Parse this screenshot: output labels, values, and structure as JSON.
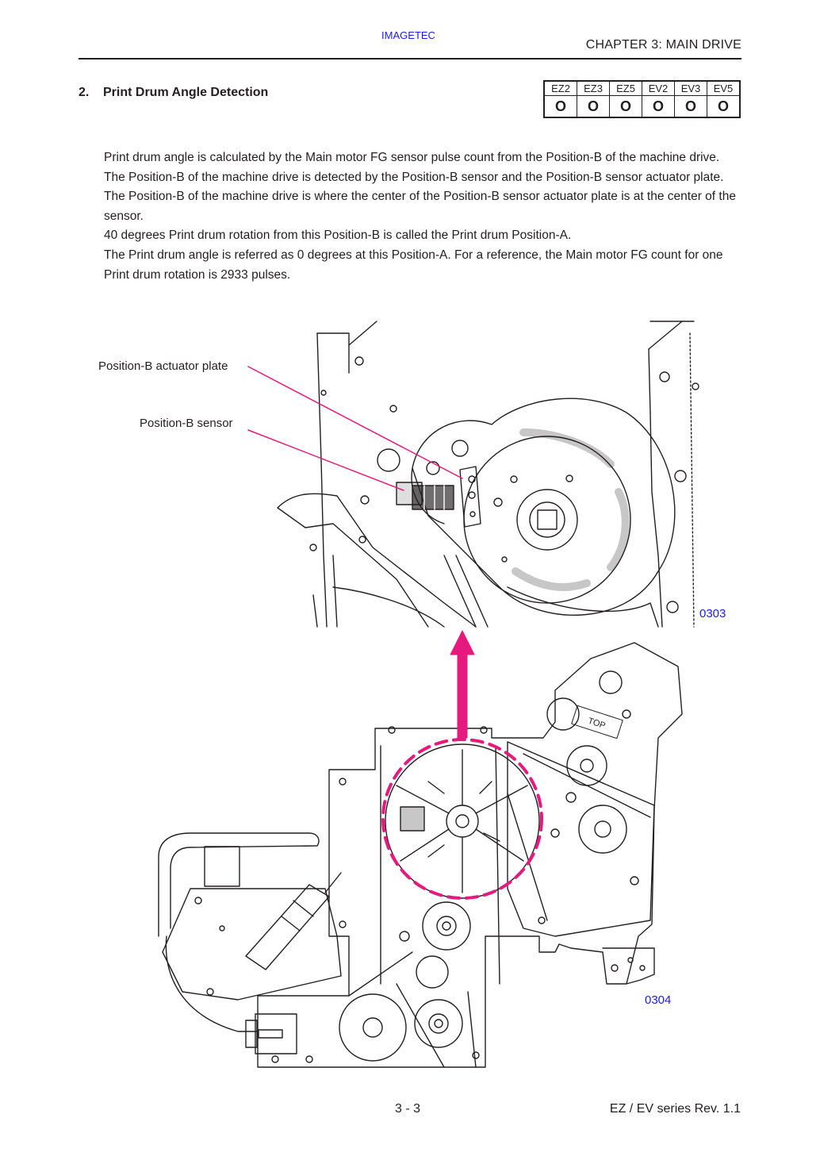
{
  "header": {
    "company": "IMAGETEC",
    "chapter": "CHAPTER 3:  MAIN DRIVE"
  },
  "section": {
    "number": "2.",
    "title": "Print Drum Angle Detection"
  },
  "model_table": {
    "models": [
      "EZ2",
      "EZ3",
      "EZ5",
      "EV2",
      "EV3",
      "EV5"
    ],
    "marks": [
      "O",
      "O",
      "O",
      "O",
      "O",
      "O"
    ]
  },
  "body": {
    "paragraph_1": "Print drum angle is calculated by the Main motor FG sensor pulse count from the Position-B of the machine drive.  The Position-B of the machine drive is detected by the Position-B sensor and the Position-B sensor actuator plate.    The Position-B of the machine drive is where the center of the Position-B sensor actuator plate is at the center of the sensor.",
    "paragraph_2": "40 degrees Print drum rotation from this Position-B is called the Print drum Position-A.",
    "paragraph_3": "The Print drum angle is referred as 0 degrees at this Position-A.    For a reference, the Main motor FG count for one Print drum rotation is 2933 pulses."
  },
  "figure": {
    "callouts": {
      "actuator_plate": "Position-B actuator plate",
      "sensor": "Position-B sensor"
    },
    "detail_id": "0303",
    "overview_id": "0304",
    "top_mark": "TOP",
    "callout_color": "#e6197e",
    "figure_id_color": "#1a1aff"
  },
  "footer": {
    "page": "3 - 3",
    "revision": "EZ / EV series Rev. 1.1"
  }
}
